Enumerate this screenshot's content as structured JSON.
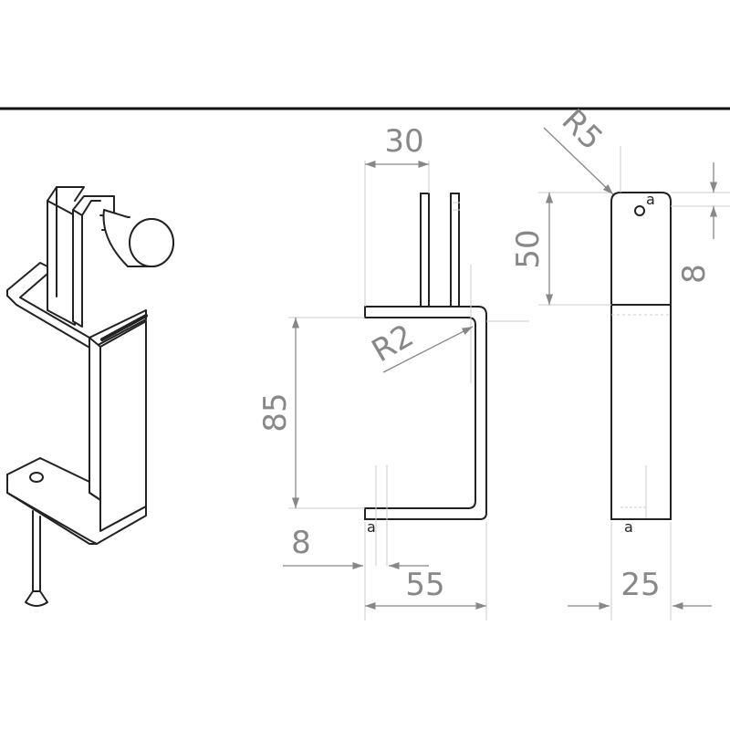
{
  "drawing": {
    "title": "",
    "dimensions": {
      "width_top": "30",
      "radius_corner": "R5",
      "height_upper": "50",
      "thickness_top": "8",
      "radius_bend": "R2",
      "height_jaw": "85",
      "thickness_bottom": "8",
      "depth": "55",
      "width": "25"
    },
    "markers": {
      "hole_mark_side_top": "a",
      "hole_mark_front_bottom": "a",
      "hole_mark_side_bottom": "a"
    },
    "colors": {
      "line": "#222222",
      "dimension": "#888888",
      "divider": "#111111"
    }
  }
}
